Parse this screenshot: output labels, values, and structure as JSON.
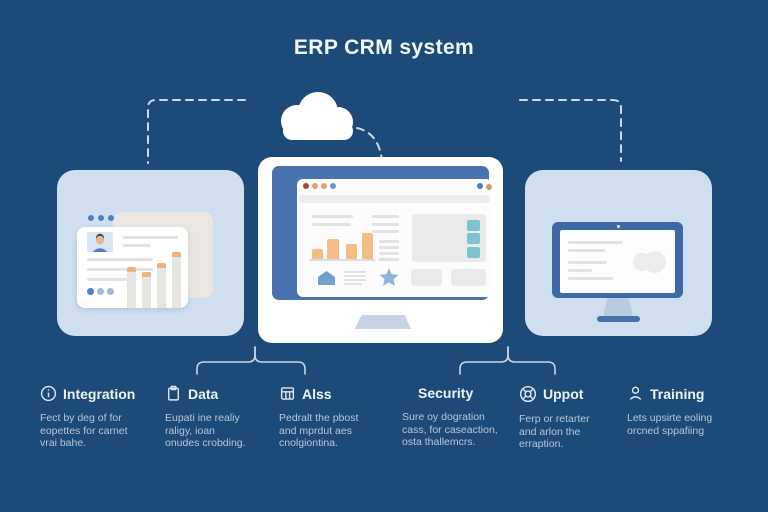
{
  "title": "ERP CRM system",
  "colors": {
    "background": "#1d4b79",
    "panel_light_blue": "#cfdfef",
    "monitor_bezel_blue": "#4a72ac",
    "small_monitor_bezel_blue": "#3f68a6",
    "bar_orange": "#f2b47f",
    "teal_accent": "#7ec3cd",
    "connector_line": "#ccd9e7"
  },
  "illustrations": {
    "left_panel": "profile card with bar chart",
    "center_panel": "desktop monitor with dashboard",
    "right_panel": "desktop monitor with document",
    "cloud": "cloud icon"
  },
  "features": [
    {
      "icon": "info-circle-icon",
      "label": "Integration",
      "description": "Fect by deg of for eopettes for carnet vrai bahe."
    },
    {
      "icon": "clipboard-icon",
      "label": "Data",
      "description": "Eupati ine realiy raligy, ioan onudes crobding."
    },
    {
      "icon": "spreadsheet-icon",
      "label": "Alss",
      "description": "Pedralt the pbost and mprdut aes cnolgiontina."
    },
    {
      "icon": "",
      "label": "Security",
      "description": "Sure oy dogration cass, for caseaction, osta thallemcrs."
    },
    {
      "icon": "lifebuoy-icon",
      "label": "Uppot",
      "description": "Ferp or retarter and arlon the erraption."
    },
    {
      "icon": "person-icon",
      "label": "Training",
      "description": "Lets upsirte eoling orcned sppafiing"
    }
  ]
}
